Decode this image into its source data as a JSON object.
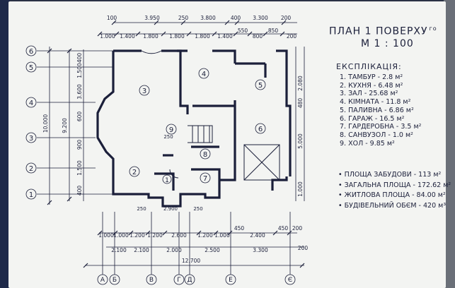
{
  "title": "ПЛАН 1 ПОВЕРХУ",
  "title_superscript": "го",
  "scale": "М 1 : 100",
  "explication_heading": "ЕКСПЛІКАЦІЯ:",
  "explication": [
    "1. ТАМБУР - 2.8 м²",
    "2. КУХНЯ - 6.48 м²",
    "3. ЗАЛ - 25.68 м²",
    "4. КІМНАТА - 11.8 м²",
    "5. ПАЛИВНА - 6.86 м²",
    "6. ГАРАЖ - 16.5 м²",
    "7. ГАРДЕРОБНА - 3.5 м²",
    "8. САНВУЗОЛ - 1.0 м²",
    "9. ХОЛ - 9.85 м²"
  ],
  "summary": [
    "• ПЛОЩА ЗАБУДОВИ - 113 м²",
    "• ЗАГАЛЬНА ПЛОЩА - 172.62 м²",
    "• ЖИТЛОВА ПЛОЩА - 84.00 м²",
    "• БУДІВЕЛЬНИЙ ОБЄМ - 420 м³"
  ],
  "top_dimensions_outer": [
    "100",
    "3.950",
    "250",
    "3.800",
    "400",
    "3.300",
    "200"
  ],
  "top_dimensions_inner": [
    "1.000",
    "1.400",
    "1.800",
    "1.800",
    "1.800",
    "1.400",
    "550",
    "800",
    "850",
    "200"
  ],
  "bottom_dimensions_1": [
    "1.000",
    "1.000",
    "1.200",
    "1.200",
    "2.600",
    "1.200",
    "1.000",
    "450",
    "2.400",
    "450",
    "200"
  ],
  "bottom_dimensions_2": [
    "2.100",
    "2.100",
    "2.000",
    "2.500",
    "3.300",
    "200"
  ],
  "overall_width": "12.700",
  "interior_dims": [
    "2.900",
    "250",
    "250",
    "250"
  ],
  "left_overall": "10.000",
  "left_inner": "9.200",
  "left_dims": [
    "400",
    "1.500",
    "3.600",
    "600",
    "900",
    "1.500",
    "400"
  ],
  "right_dims": [
    "2.080",
    "480",
    "5.000",
    "1.000"
  ],
  "room_numbers": [
    "1",
    "2",
    "3",
    "4",
    "5",
    "6",
    "7",
    "8",
    "9"
  ],
  "row_axes": [
    "6",
    "5",
    "4",
    "3",
    "2",
    "1"
  ],
  "column_axes": [
    "А",
    "Б",
    "В",
    "Г",
    "Д",
    "Е",
    "Є"
  ]
}
